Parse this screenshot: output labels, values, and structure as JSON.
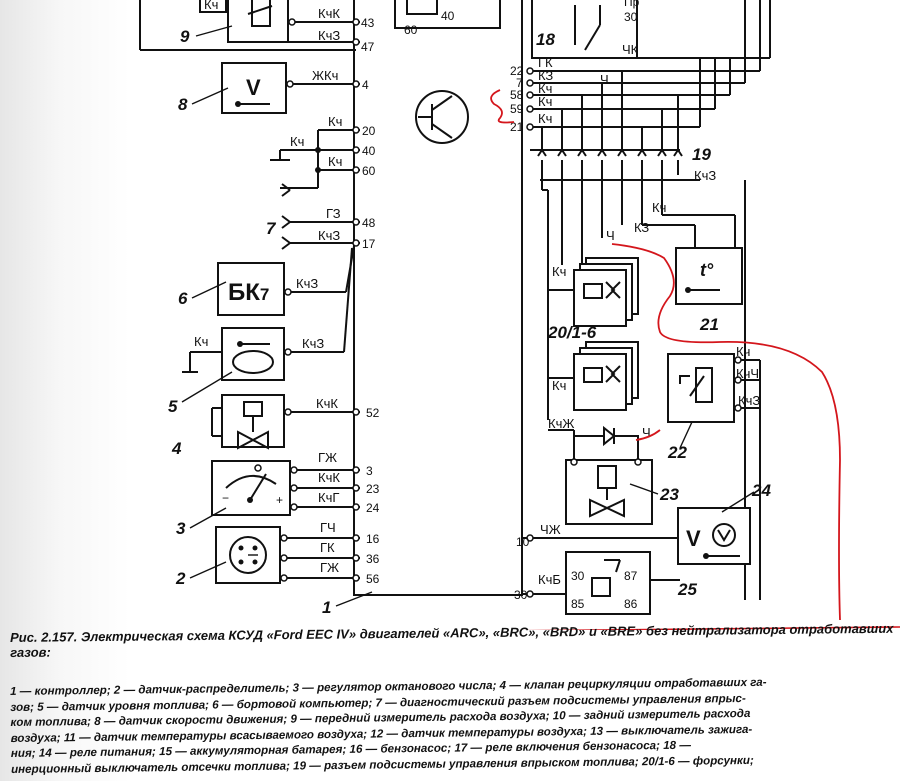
{
  "components": {
    "c1": "1",
    "c2": "2",
    "c3": "3",
    "c4": "4",
    "c5": "5",
    "c6": "6",
    "c7": "7",
    "c8": "8",
    "c9": "9",
    "c18": "18",
    "c19": "19",
    "c20": "20/1-6",
    "c21": "21",
    "c22": "22",
    "c23": "23",
    "c24": "24",
    "c25": "25",
    "c40": "40",
    "c60": "60",
    "c30": "30",
    "pr": "Пр"
  },
  "box_labels": {
    "bk7_main": "БК",
    "bk7_sub": "7",
    "v8": "V",
    "v24": "V",
    "t21": "t°",
    "r85": "85",
    "r86": "86",
    "r87": "87",
    "r30": "30"
  },
  "pins": {
    "p43": "43",
    "p47": "47",
    "p4": "4",
    "p20": "20",
    "p40": "40",
    "p60": "60",
    "p48": "48",
    "p17": "17",
    "p52": "52",
    "p3": "3",
    "p23": "23",
    "p24": "24",
    "p16": "16",
    "p36": "36",
    "p56": "56",
    "p22": "22",
    "p7": "7",
    "p58": "58",
    "p59": "59",
    "p21": "21",
    "p10": "10",
    "p30": "30"
  },
  "wires": {
    "kchk_9": "КчК",
    "kchz_9": "КчЗ",
    "zhkch": "ЖКч",
    "kch_a": "Кч",
    "kch_b": "Кч",
    "kch_c": "Кч",
    "kch_d": "Кч",
    "gz": "ГЗ",
    "kchz_7": "КчЗ",
    "kchz_6": "КчЗ",
    "kch_5": "Кч",
    "kchz_5": "КчЗ",
    "kchk_4": "КчК",
    "gzh": "ГЖ",
    "kchk_3": "КчК",
    "kchg": "КчГ",
    "gch": "ГЧ",
    "gk": "ГК",
    "gzh2": "ГЖ",
    "chk": "ЧК",
    "gk_r": "ГК",
    "kz_r": "КЗ",
    "kch_r1": "Кч",
    "kch_r2": "Кч",
    "kch_r3": "Кч",
    "ch_r": "Ч",
    "kchz_19": "КчЗ",
    "kch_19": "Кч",
    "kz_21": "КЗ",
    "ch_21": "Ч",
    "kch_20a": "Кч",
    "kch_20b": "Кч",
    "kchzh": "КчЖ",
    "ch_23": "Ч",
    "kch_22": "Кч",
    "kchch": "КчЧ",
    "kchz_22": "КчЗ",
    "chzh": "ЧЖ",
    "kchb": "КчБ"
  },
  "caption": "Рис. 2.157. Электрическая схема КСУД «Ford EEC IV» двигателей «ARC», «BRC», «BRD» и «BRE» без нейтрализатора отработавших газов:",
  "legend_lines": [
    "1 — контроллер; 2 — датчик-распределитель; 3 — регулятор октанового числа; 4 — клапан рециркуляции отработавших га-",
    "зов; 5 — датчик уровня топлива; 6 — бортовой компьютер; 7 — диагностический разъем подсистемы управления впрыс-",
    "ком топлива; 8 — датчик скорости движения; 9 — передний измеритель расхода воздуха; 10 — задний измеритель расхода",
    "воздуха; 11 — датчик температуры всасываемого воздуха; 12 — датчик температуры воздуха; 13 — выключатель зажига-",
    "ния; 14 — реле питания; 15 — аккумуляторная батарея; 16 — бензонасос; 17 — реле включения бензонасоса; 18 —",
    "инерционный выключатель отсечки топлива; 19 — разъем подсистемы управления впрыском топлива; 20/1-6 — форсунки;"
  ],
  "colors": {
    "ink": "#111111",
    "annotation_red": "#d4161c",
    "paper": "#ffffff"
  }
}
